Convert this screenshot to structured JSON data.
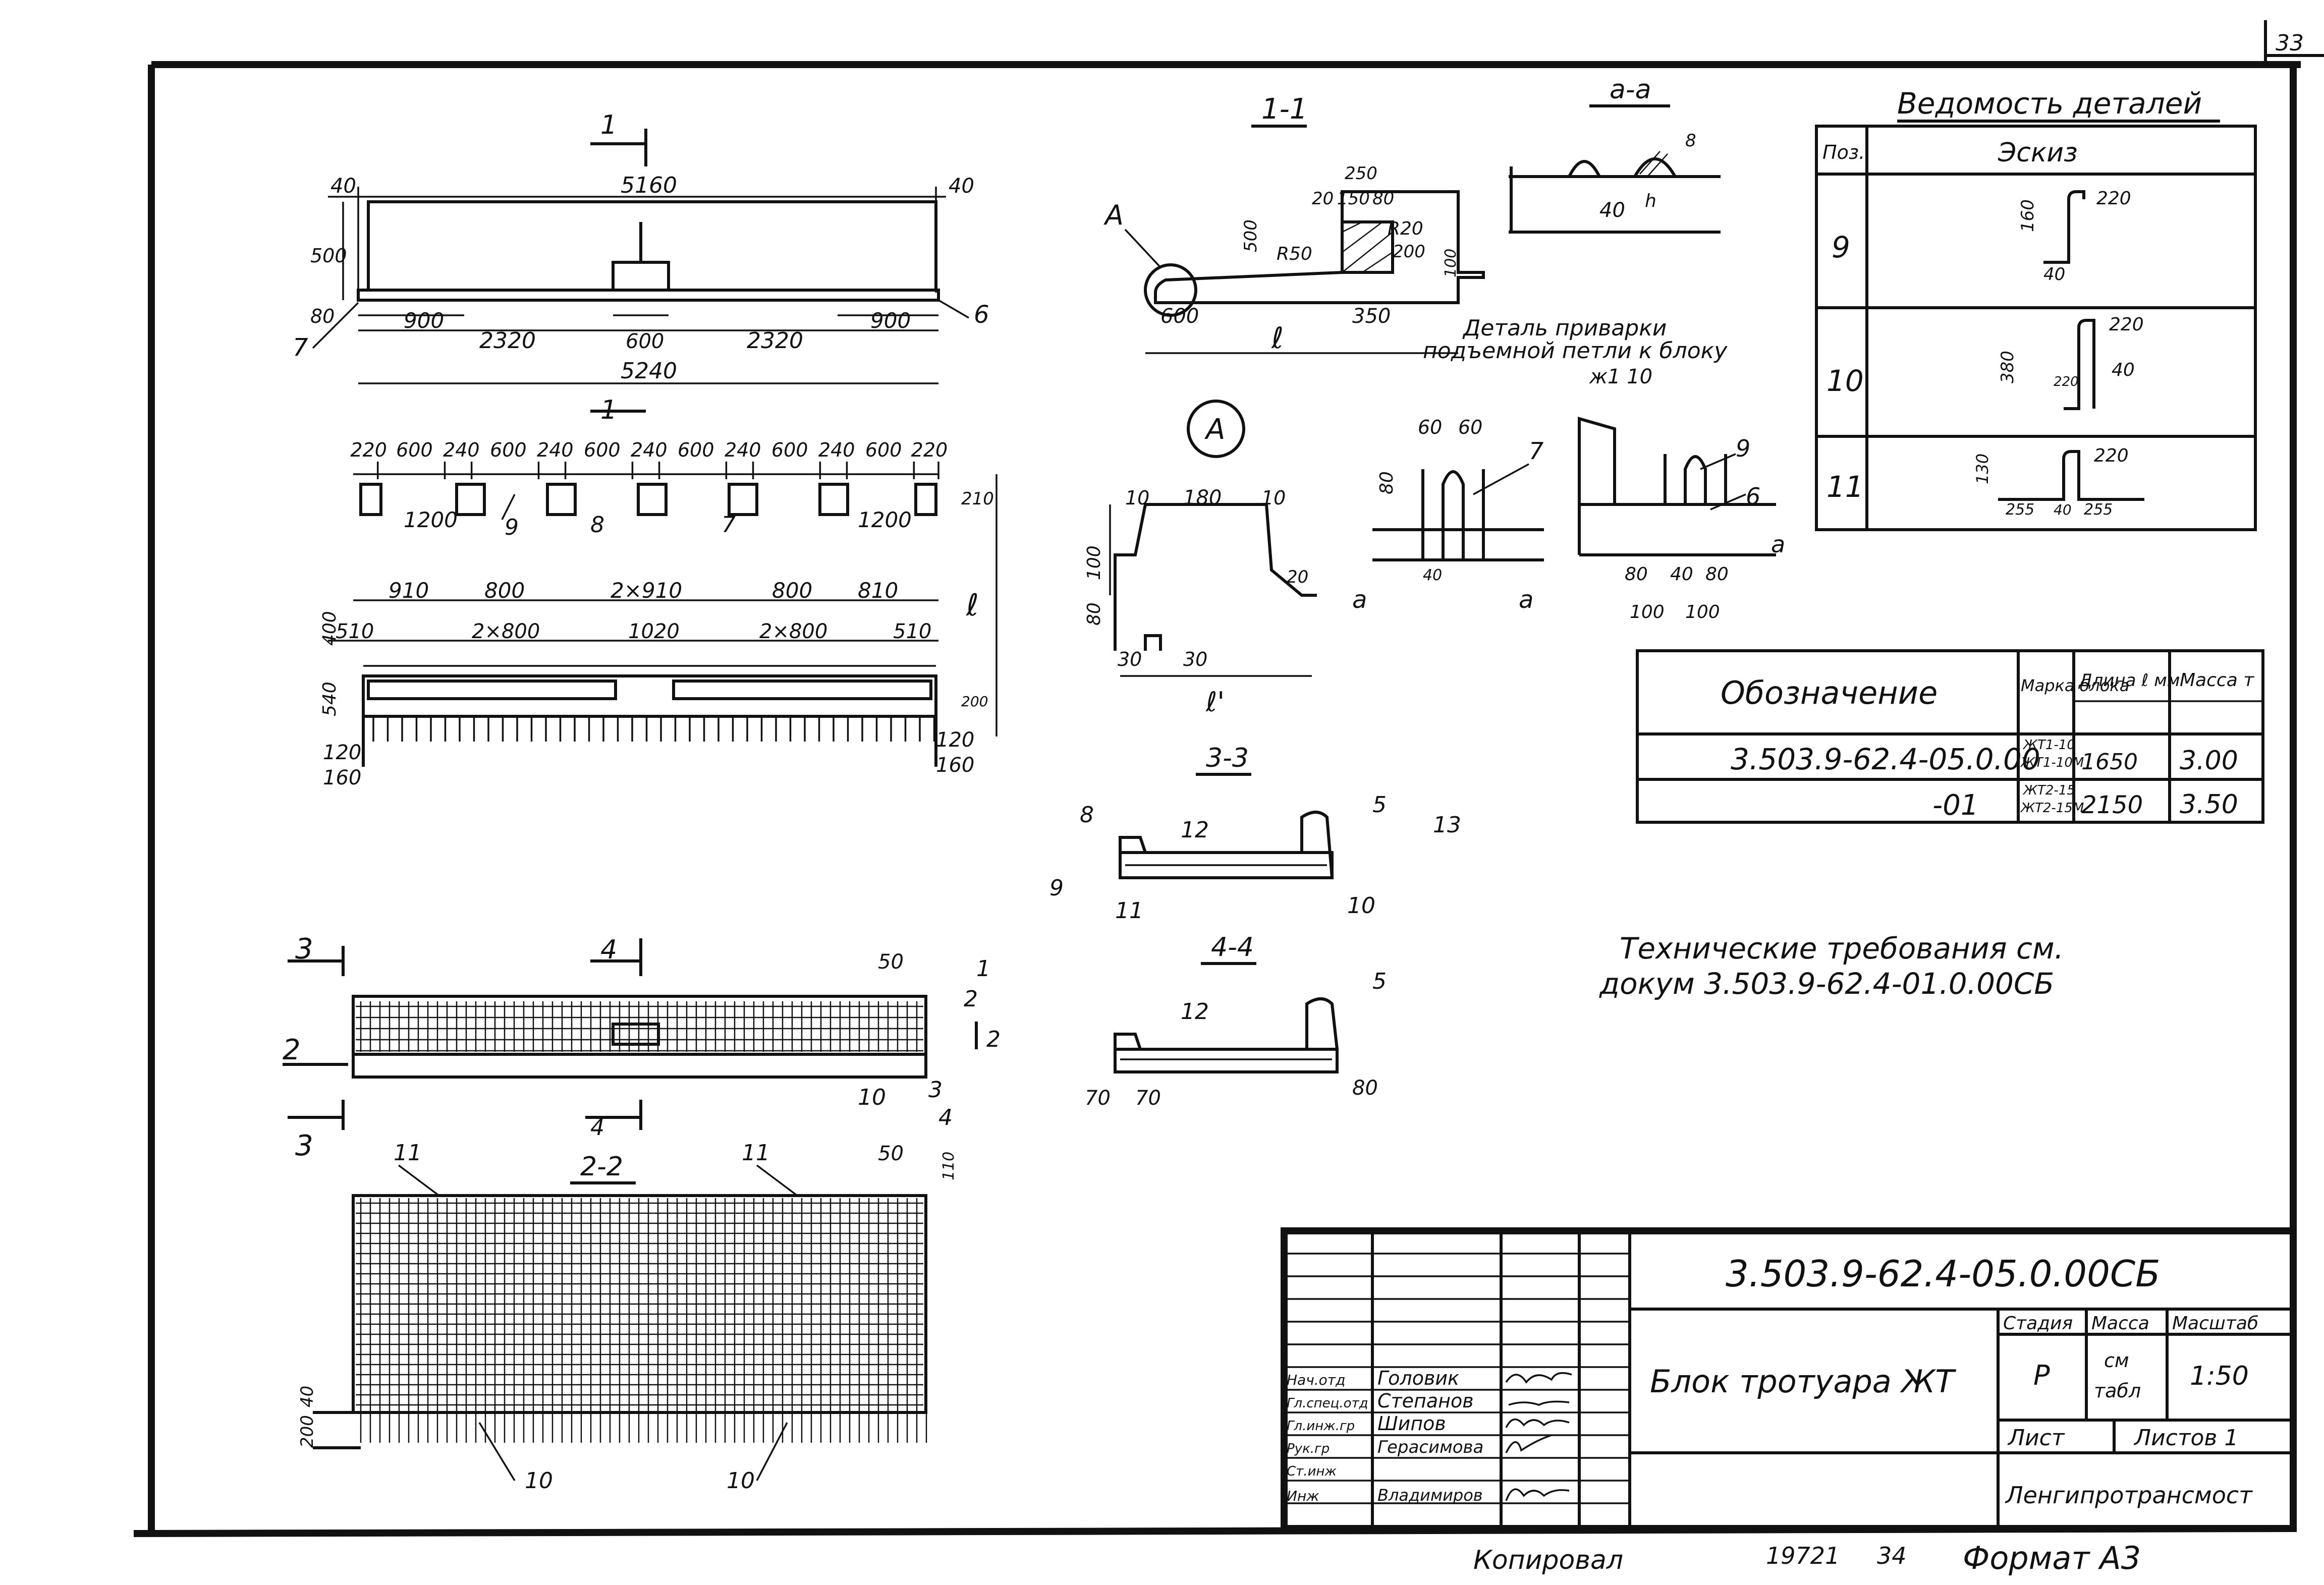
{
  "sheet": {
    "page_number": "33"
  },
  "views": {
    "sec_1_label": "1",
    "sec_1_1": "1-1",
    "sec_aa": "а-а",
    "sec_2_2": "2-2",
    "sec_3_3": "3-3",
    "sec_4_4": "4-4",
    "sec_3": "3",
    "sec_4": "4",
    "sec_2": "2",
    "detail_A": "А",
    "label_A": "А",
    "label_a": "а",
    "label_l": "ℓ",
    "label_l2": "ℓ'"
  },
  "dims_front": {
    "d40": "40",
    "d5160": "5160",
    "d500": "500",
    "d80": "80",
    "d900": "900",
    "d2320": "2320",
    "d600": "600",
    "d5240": "5240",
    "p6": "6",
    "p7": "7"
  },
  "dims_plan": {
    "top_row": [
      "220",
      "600",
      "240",
      "600",
      "240",
      "600",
      "240",
      "600",
      "240",
      "600",
      "240",
      "600",
      "220"
    ],
    "d1200": "1200",
    "p9": "9",
    "p8": "8",
    "p7": "7",
    "d210": "210",
    "row2": [
      "910",
      "800",
      "2×910",
      "800",
      "810"
    ],
    "row3": [
      "510",
      "2×800",
      "1020",
      "2×800",
      "510"
    ],
    "d540": "540",
    "d400": "400",
    "d200": "200",
    "d120": "120",
    "d160": "160"
  },
  "dims_sec11": {
    "d250": "250",
    "d20": "20",
    "d150": "150",
    "d80": "80",
    "d500": "500",
    "r50": "R50",
    "r20": "R20",
    "d200": "200",
    "d100": "100",
    "d600": "600",
    "d350": "350"
  },
  "dims_detA": {
    "d10": "10",
    "d180": "180",
    "d100": "100",
    "d80": "80",
    "d30": "30",
    "d20": "20"
  },
  "dims_aa": {
    "d40": "40",
    "d8": "8",
    "dh": "h"
  },
  "weld_note": {
    "line1": "Деталь приварки",
    "line2": "подъемной петли к блоку",
    "line3": "ж1 10"
  },
  "dims_weld": {
    "d60a": "60",
    "d60b": "60",
    "d80": "80",
    "d40": "40",
    "d100": "100",
    "p6": "6",
    "p7": "7",
    "p9": "9"
  },
  "sec33": {
    "p8": "8",
    "p12": "12",
    "p5": "5",
    "p13": "13",
    "p9": "9",
    "p11": "11",
    "p10": "10"
  },
  "sec44": {
    "p12": "12",
    "p5": "5",
    "d70a": "70",
    "d70b": "70",
    "d80": "80"
  },
  "plan2": {
    "d50": "50",
    "p1": "1",
    "p2": "2",
    "p3": "3",
    "p4": "4",
    "p10": "10"
  },
  "sec22": {
    "p11a": "11",
    "p11b": "11",
    "d50": "50",
    "d110": "110",
    "d40": "40",
    "d200": "200",
    "p10a": "10",
    "p10b": "10"
  },
  "details_table": {
    "title": "Ведомость деталей",
    "col_pos": "Поз.",
    "col_sketch": "Эскиз",
    "rows": [
      {
        "pos": "9",
        "dims": [
          "160",
          "220",
          "40"
        ]
      },
      {
        "pos": "10",
        "dims": [
          "380",
          "220",
          "40",
          "220"
        ]
      },
      {
        "pos": "11",
        "dims": [
          "130",
          "220",
          "255",
          "40",
          "255"
        ]
      }
    ]
  },
  "mark_table": {
    "headers": [
      "Обозначение",
      "Марка блока",
      "Длина ℓ мм",
      "Масса т"
    ],
    "rows": [
      {
        "code": "3.503.9-62.4-05.0.00",
        "marks": [
          "ЖТ1-10",
          "ЖТ1-10М"
        ],
        "length": "1650",
        "mass": "3.00"
      },
      {
        "code": "-01",
        "marks": [
          "ЖТ2-15",
          "ЖТ2-15М"
        ],
        "length": "2150",
        "mass": "3.50"
      }
    ]
  },
  "tech_req": {
    "line1": "Технические требования см.",
    "line2": "докум 3.503.9-62.4-01.0.00СБ"
  },
  "title_block": {
    "doc_code": "3.503.9-62.4-05.0.00СБ",
    "title": "Блок тротуара ЖТ",
    "stage_label": "Стадия",
    "mass_label": "Масса",
    "scale_label": "Масштаб",
    "stage": "Р",
    "mass_value_1": "см",
    "mass_value_2": "табл",
    "scale": "1:50",
    "sheet_label": "Лист",
    "sheets_label": "Листов 1",
    "org": "Ленгипротрансмост",
    "staff": [
      {
        "role": "Нач.отд",
        "name": "Головик"
      },
      {
        "role": "Гл.спец.отд",
        "name": "Степанов"
      },
      {
        "role": "Гл.инж.гр",
        "name": "Шипов"
      },
      {
        "role": "Рук.гр",
        "name": "Герасимова"
      },
      {
        "role": "Ст.инж",
        "name": ""
      },
      {
        "role": "Инж",
        "name": "Владимиров"
      }
    ]
  },
  "footer": {
    "copied": "Копировал",
    "number": "19721",
    "sheet_no": "34",
    "format": "Формат А3"
  }
}
